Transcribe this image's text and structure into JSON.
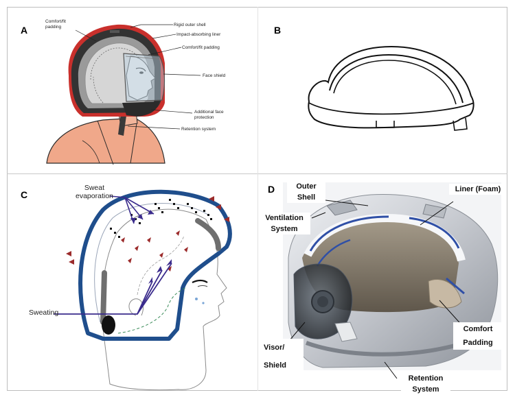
{
  "panels": {
    "a": {
      "label": "A",
      "callouts": {
        "comfort_padding_left": [
          "Comfort/fit",
          "padding"
        ],
        "rigid_outer_shell": "Rigid outer shell",
        "impact_liner": "Impact-absorbing liner",
        "comfort_padding_right": "Comfort/fit padding",
        "face_shield": "Face shield",
        "additional_face_protection": [
          "Additional face",
          "protection"
        ],
        "retention_system": "Retention system"
      }
    },
    "b": {
      "label": "B"
    },
    "c": {
      "label": "C",
      "sweat_evaporation": [
        "Sweat",
        "evaporation"
      ],
      "sweating": "Sweating"
    },
    "d": {
      "label": "D",
      "outer_shell": [
        "Outer",
        "Shell"
      ],
      "ventilation_system": [
        "Ventilation",
        "System"
      ],
      "liner_foam": "Liner (Foam)",
      "comfort_padding": [
        "Comfort",
        "Padding"
      ],
      "visor_shield": [
        "Visor/",
        "Shield"
      ],
      "retention_system": [
        "Retention",
        "System"
      ]
    }
  },
  "colors": {
    "helmet_blue": "#1f4e8c",
    "arrow_purple": "#3a2b8c",
    "skin": "#f0a88a",
    "shell_red": "#c9302c",
    "liner_gray": "#8a8a8a"
  }
}
